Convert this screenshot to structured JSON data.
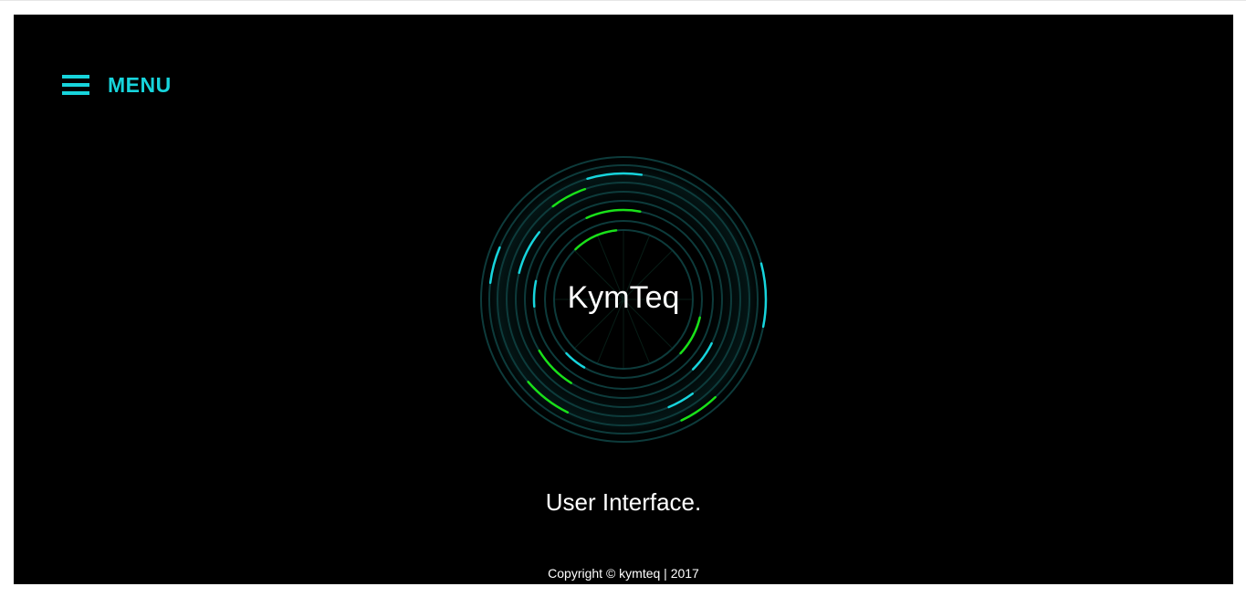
{
  "colors": {
    "accent": "#17d4dc",
    "green": "#19e019",
    "background": "#000000"
  },
  "menu": {
    "icon": "hamburger-icon",
    "label": "MENU"
  },
  "loader": {
    "icon": "circular-rings-loader-icon"
  },
  "brand": {
    "title": "KymTeq"
  },
  "hero": {
    "tagline": "User Interface."
  },
  "footer": {
    "copyright": "Copyright © kymteq | 2017"
  }
}
